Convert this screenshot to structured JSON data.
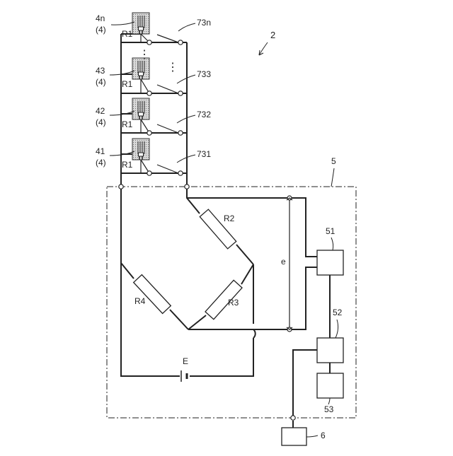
{
  "diagram": {
    "figure_ref": "2",
    "unit_ref": "5",
    "gauges": [
      {
        "ref": "4n",
        "sub": "(4)",
        "resistor": "R1",
        "switch": "73n"
      },
      {
        "ref": "43",
        "sub": "(4)",
        "resistor": "R1",
        "switch": "733"
      },
      {
        "ref": "42",
        "sub": "(4)",
        "resistor": "R1",
        "switch": "732"
      },
      {
        "ref": "41",
        "sub": "(4)",
        "resistor": "R1",
        "switch": "731"
      }
    ],
    "bridge": {
      "r2": "R2",
      "r3": "R3",
      "r4": "R4",
      "source": "E",
      "output": "e"
    },
    "blocks": {
      "b51": "51",
      "b52": "52",
      "b53": "53",
      "b6": "6"
    },
    "ellipsis": "⋮"
  }
}
